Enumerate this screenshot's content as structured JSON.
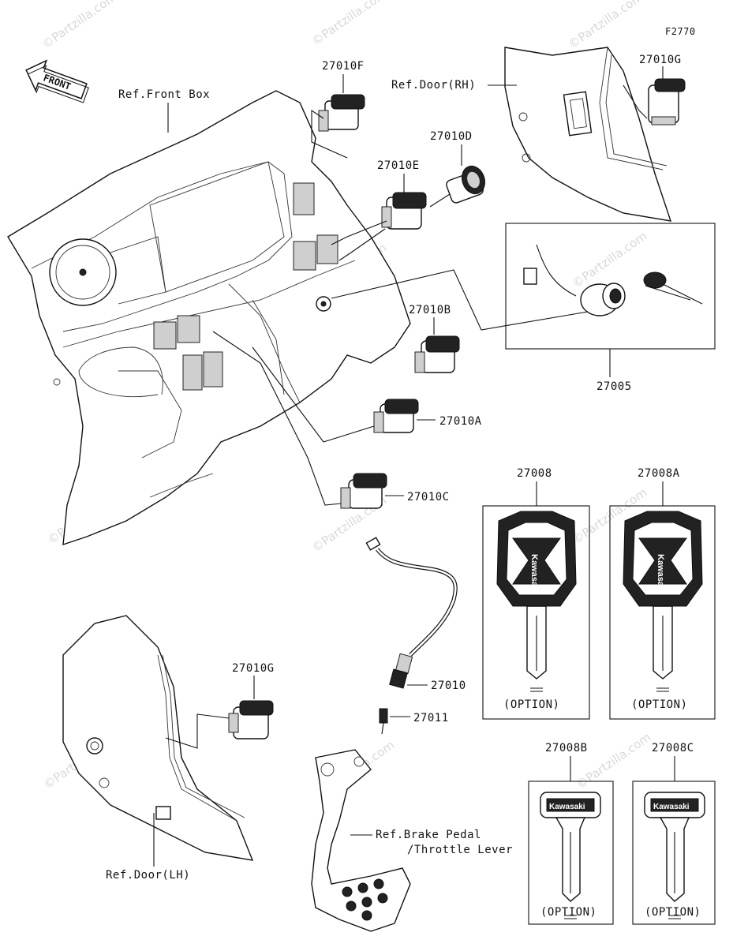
{
  "figure_code": "F2770",
  "front_arrow": "FRONT",
  "watermark": "©Partzilla.com",
  "reference_labels": {
    "front_box": "Ref.Front Box",
    "door_rh": "Ref.Door(RH)",
    "door_lh": "Ref.Door(LH)",
    "brake_pedal_line1": "Ref.Brake Pedal",
    "brake_pedal_line2": "/Throttle Lever"
  },
  "part_labels": {
    "p27010F": "27010F",
    "p27010G_top": "27010G",
    "p27010D": "27010D",
    "p27010E": "27010E",
    "p27005": "27005",
    "p27010B": "27010B",
    "p27010A": "27010A",
    "p27010C": "27010C",
    "p27010G_bottom": "27010G",
    "p27010": "27010",
    "p27011": "27011",
    "p27008": "27008",
    "p27008A": "27008A",
    "p27008B": "27008B",
    "p27008C": "27008C"
  },
  "option_label": "(OPTION)",
  "key_brand": "Kawasaki"
}
